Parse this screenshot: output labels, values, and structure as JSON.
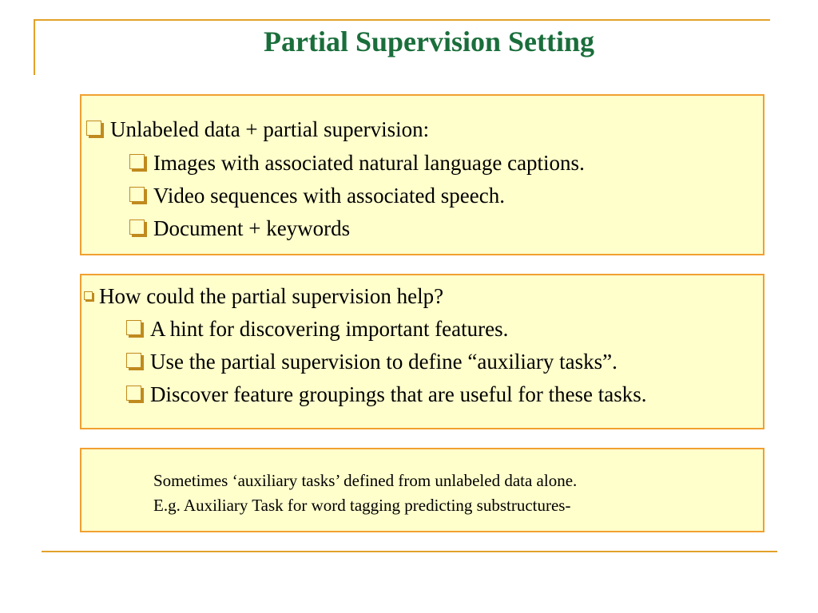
{
  "slide": {
    "title": "Partial Supervision Setting"
  },
  "box1": {
    "heading": "Unlabeled data + partial supervision:",
    "items": [
      "Images with associated natural language captions.",
      "Video sequences with associated speech.",
      "Document + keywords"
    ]
  },
  "box2": {
    "heading": "How could the partial supervision help?",
    "items": [
      "A hint for discovering important features.",
      "Use the partial supervision to define “auxiliary tasks”.",
      "Discover feature groupings that are useful for these tasks."
    ]
  },
  "box3": {
    "lines": [
      "Sometimes ‘auxiliary tasks’ defined  from unlabeled data alone.",
      "E.g. Auxiliary Task for word tagging predicting substructures-"
    ]
  },
  "colors": {
    "title": "#1a6e3b",
    "accent": "#e2a12a",
    "box_fill": "#ffffcc",
    "box_border": "#f0a030",
    "bullet": "#c08a1e"
  }
}
